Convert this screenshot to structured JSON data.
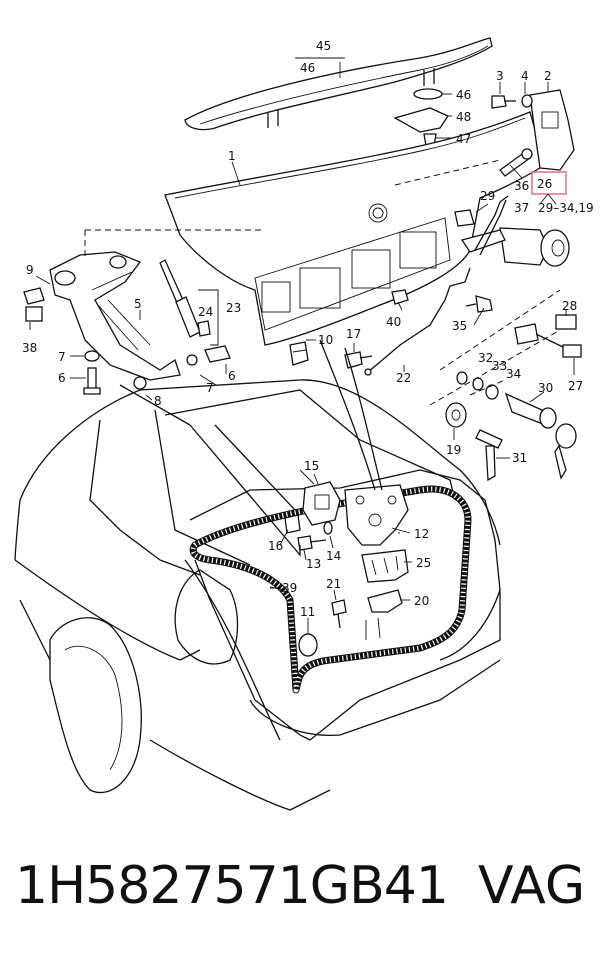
{
  "labels": {
    "l45": "45",
    "l46a": "46",
    "l46b": "46",
    "l48": "48",
    "l47": "47",
    "l3": "3",
    "l4": "4",
    "l2": "2",
    "l1": "1",
    "l36": "36",
    "l26": "26",
    "l29a": "29",
    "l37": "37",
    "l29_34_19": "29–34,19",
    "l9": "9",
    "l38": "38",
    "l5": "5",
    "l23": "23",
    "l24": "24",
    "l7a": "7",
    "l6a": "6",
    "l8": "8",
    "l6b": "6",
    "l7b": "7",
    "l10": "10",
    "l17": "17",
    "l22": "22",
    "l40": "40",
    "l35": "35",
    "l28": "28",
    "l27": "27",
    "l32": "32",
    "l33": "33",
    "l34": "34",
    "l30": "30",
    "l19": "19",
    "l31": "31",
    "l15": "15",
    "l12": "12",
    "l16": "16",
    "l14": "14",
    "l13": "13",
    "l25": "25",
    "l39": "39",
    "l21": "21",
    "l20": "20",
    "l11": "11"
  },
  "highlight_color": "#e07080",
  "footer": {
    "part_number": "1H5827571GB41",
    "brand": "VAG"
  }
}
